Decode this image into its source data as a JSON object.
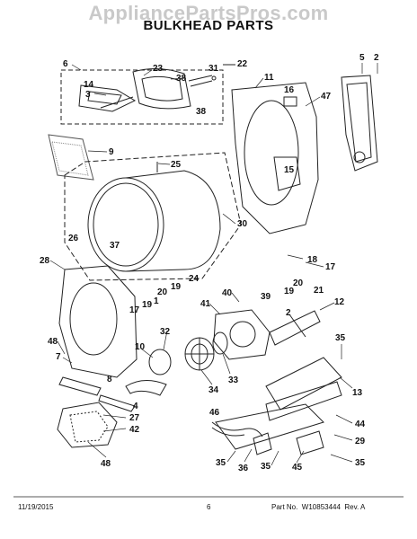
{
  "watermark": "AppliancePartsPros.com",
  "title": "BULKHEAD PARTS",
  "footer": {
    "date": "11/19/2015",
    "page": "6",
    "part_info": "Part No.  W10853444  Rev. A"
  },
  "callouts": [
    {
      "label": "6"
    },
    {
      "label": "23"
    },
    {
      "label": "31"
    },
    {
      "label": "22"
    },
    {
      "label": "38"
    },
    {
      "label": "14"
    },
    {
      "label": "3"
    },
    {
      "label": "38"
    },
    {
      "label": "11"
    },
    {
      "label": "16"
    },
    {
      "label": "47"
    },
    {
      "label": "5"
    },
    {
      "label": "2"
    },
    {
      "label": "9"
    },
    {
      "label": "25"
    },
    {
      "label": "15"
    },
    {
      "label": "30"
    },
    {
      "label": "26"
    },
    {
      "label": "37"
    },
    {
      "label": "24"
    },
    {
      "label": "28"
    },
    {
      "label": "18"
    },
    {
      "label": "17"
    },
    {
      "label": "19"
    },
    {
      "label": "20"
    },
    {
      "label": "21"
    },
    {
      "label": "12"
    },
    {
      "label": "40"
    },
    {
      "label": "39"
    },
    {
      "label": "41"
    },
    {
      "label": "20"
    },
    {
      "label": "19"
    },
    {
      "label": "17"
    },
    {
      "label": "19"
    },
    {
      "label": "1"
    },
    {
      "label": "2"
    },
    {
      "label": "48"
    },
    {
      "label": "32"
    },
    {
      "label": "10"
    },
    {
      "label": "7"
    },
    {
      "label": "8"
    },
    {
      "label": "35"
    },
    {
      "label": "34"
    },
    {
      "label": "33"
    },
    {
      "label": "13"
    },
    {
      "label": "4"
    },
    {
      "label": "27"
    },
    {
      "label": "42"
    },
    {
      "label": "46"
    },
    {
      "label": "44"
    },
    {
      "label": "29"
    },
    {
      "label": "48"
    },
    {
      "label": "35"
    },
    {
      "label": "36"
    },
    {
      "label": "35"
    },
    {
      "label": "45"
    },
    {
      "label": "35"
    }
  ]
}
